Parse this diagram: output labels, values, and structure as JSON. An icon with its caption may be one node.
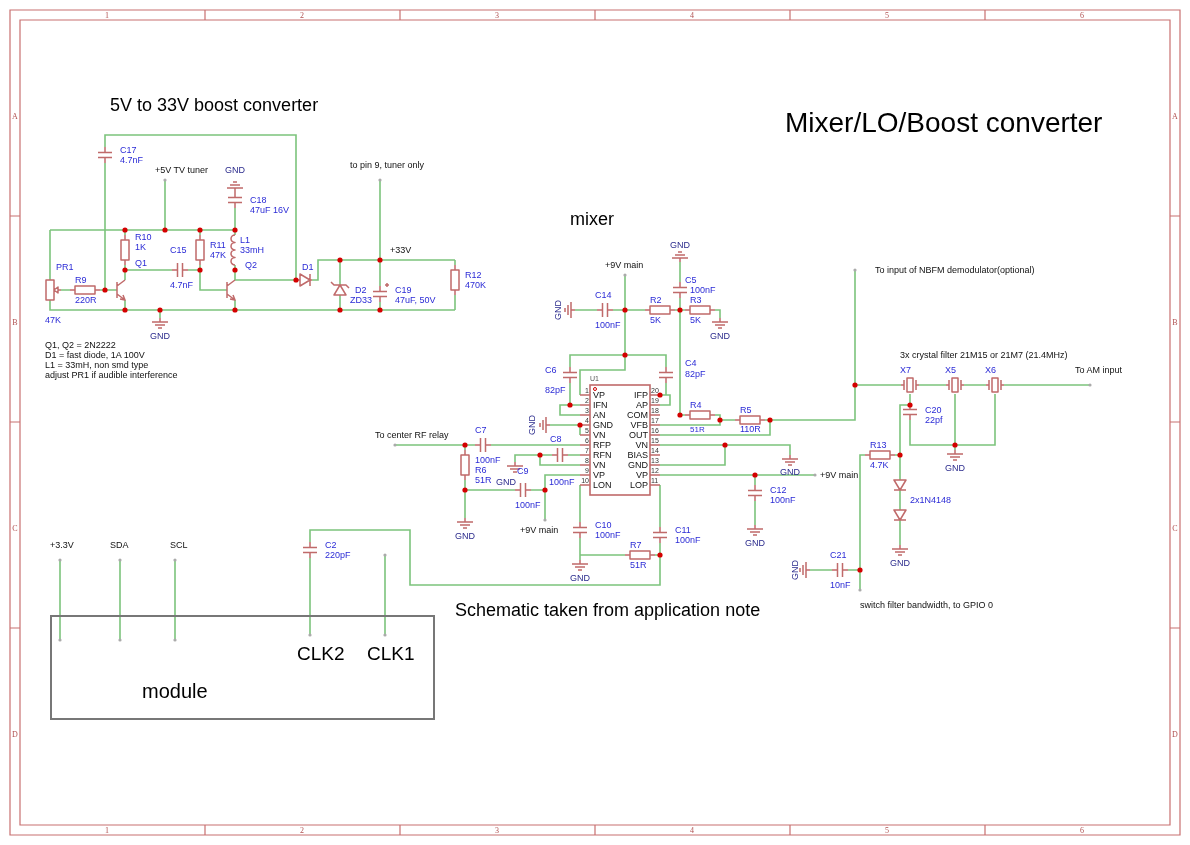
{
  "diagram": {
    "title": "Mixer/LO/Boost converter",
    "nodes": [
      {
        "text": [
          "U1",
          "1",
          "VP",
          "IFP",
          "20",
          "2",
          "IFN",
          "AP",
          "19",
          "3",
          "AN",
          "COM",
          "18",
          "4",
          "GND",
          "VFB",
          "17",
          "5",
          "VN",
          "OUT",
          "16",
          "6",
          "RFP",
          "VN",
          "15",
          "7",
          "RFN",
          "BIAS",
          "14",
          "8",
          "VN",
          "GND",
          "13",
          "9",
          "VP",
          "VP",
          "12",
          "10",
          "LON",
          "LOP",
          "11"
        ]
      },
      {
        "text": [
          "CLK2",
          "CLK1",
          "module"
        ]
      }
    ],
    "labels": [
      "1",
      "2",
      "3",
      "4",
      "5",
      "6",
      "5V to 33V boost converter",
      "mixer",
      "C17",
      "4.7nF",
      "to pin 9, tuner only",
      "+5V TV tuner",
      "GND",
      "C18",
      "47uF 16V",
      "R10",
      "1K",
      "C15",
      "R11",
      "47K",
      "L1",
      "33mH",
      "+33V",
      "GND",
      "PR1",
      "Q1",
      "Q2",
      "D1",
      "+9V main",
      "To input of NBFM demodulator(optional)",
      "R9",
      "4.7nF",
      "D2",
      "C19",
      "R12",
      "470K",
      "C5",
      "100nF",
      "220R",
      "ZD33",
      "47uF, 50V",
      "C14",
      "R2",
      "R3",
      "47K",
      "GND",
      "5K",
      "5K",
      "100nF",
      "GND",
      "GND",
      "Q1, Q2 = 2N2222",
      "D1 = fast diode, 1A 100V",
      "L1 = 33mH, non smd type",
      "adjust PR1 if audible interference",
      "3x crystal filter 21M15 or 21M7 (21.4MHz)",
      "C4",
      "C6",
      "X7",
      "X5",
      "X6",
      "To AM input",
      "82pF",
      "82pF",
      "R4",
      "R5",
      "C20",
      "22pf",
      "To center RF relay",
      "C7",
      "GND",
      "C8",
      "51R",
      "110R",
      "R13",
      "100nF",
      "4.7K",
      "R6",
      "100nF",
      "GND",
      "GND",
      "C9",
      "+9V main",
      "51R",
      "GND",
      "C12",
      "100nF",
      "2x1N4148",
      "100nF",
      "+3.3V",
      "SDA",
      "SCL",
      "C2",
      "220pF",
      "GND",
      "+9V main",
      "C10",
      "100nF",
      "R7",
      "C11",
      "100nF",
      "GND",
      "51R",
      "C21",
      "GND",
      "GND",
      "GND",
      "10nF",
      "Schematic taken from application note",
      "switch filter bandwidth, to GPIO 0",
      "A",
      "A",
      "B",
      "B",
      "C",
      "C",
      "D",
      "D",
      "1",
      "2",
      "3",
      "4",
      "5",
      "6"
    ]
  }
}
